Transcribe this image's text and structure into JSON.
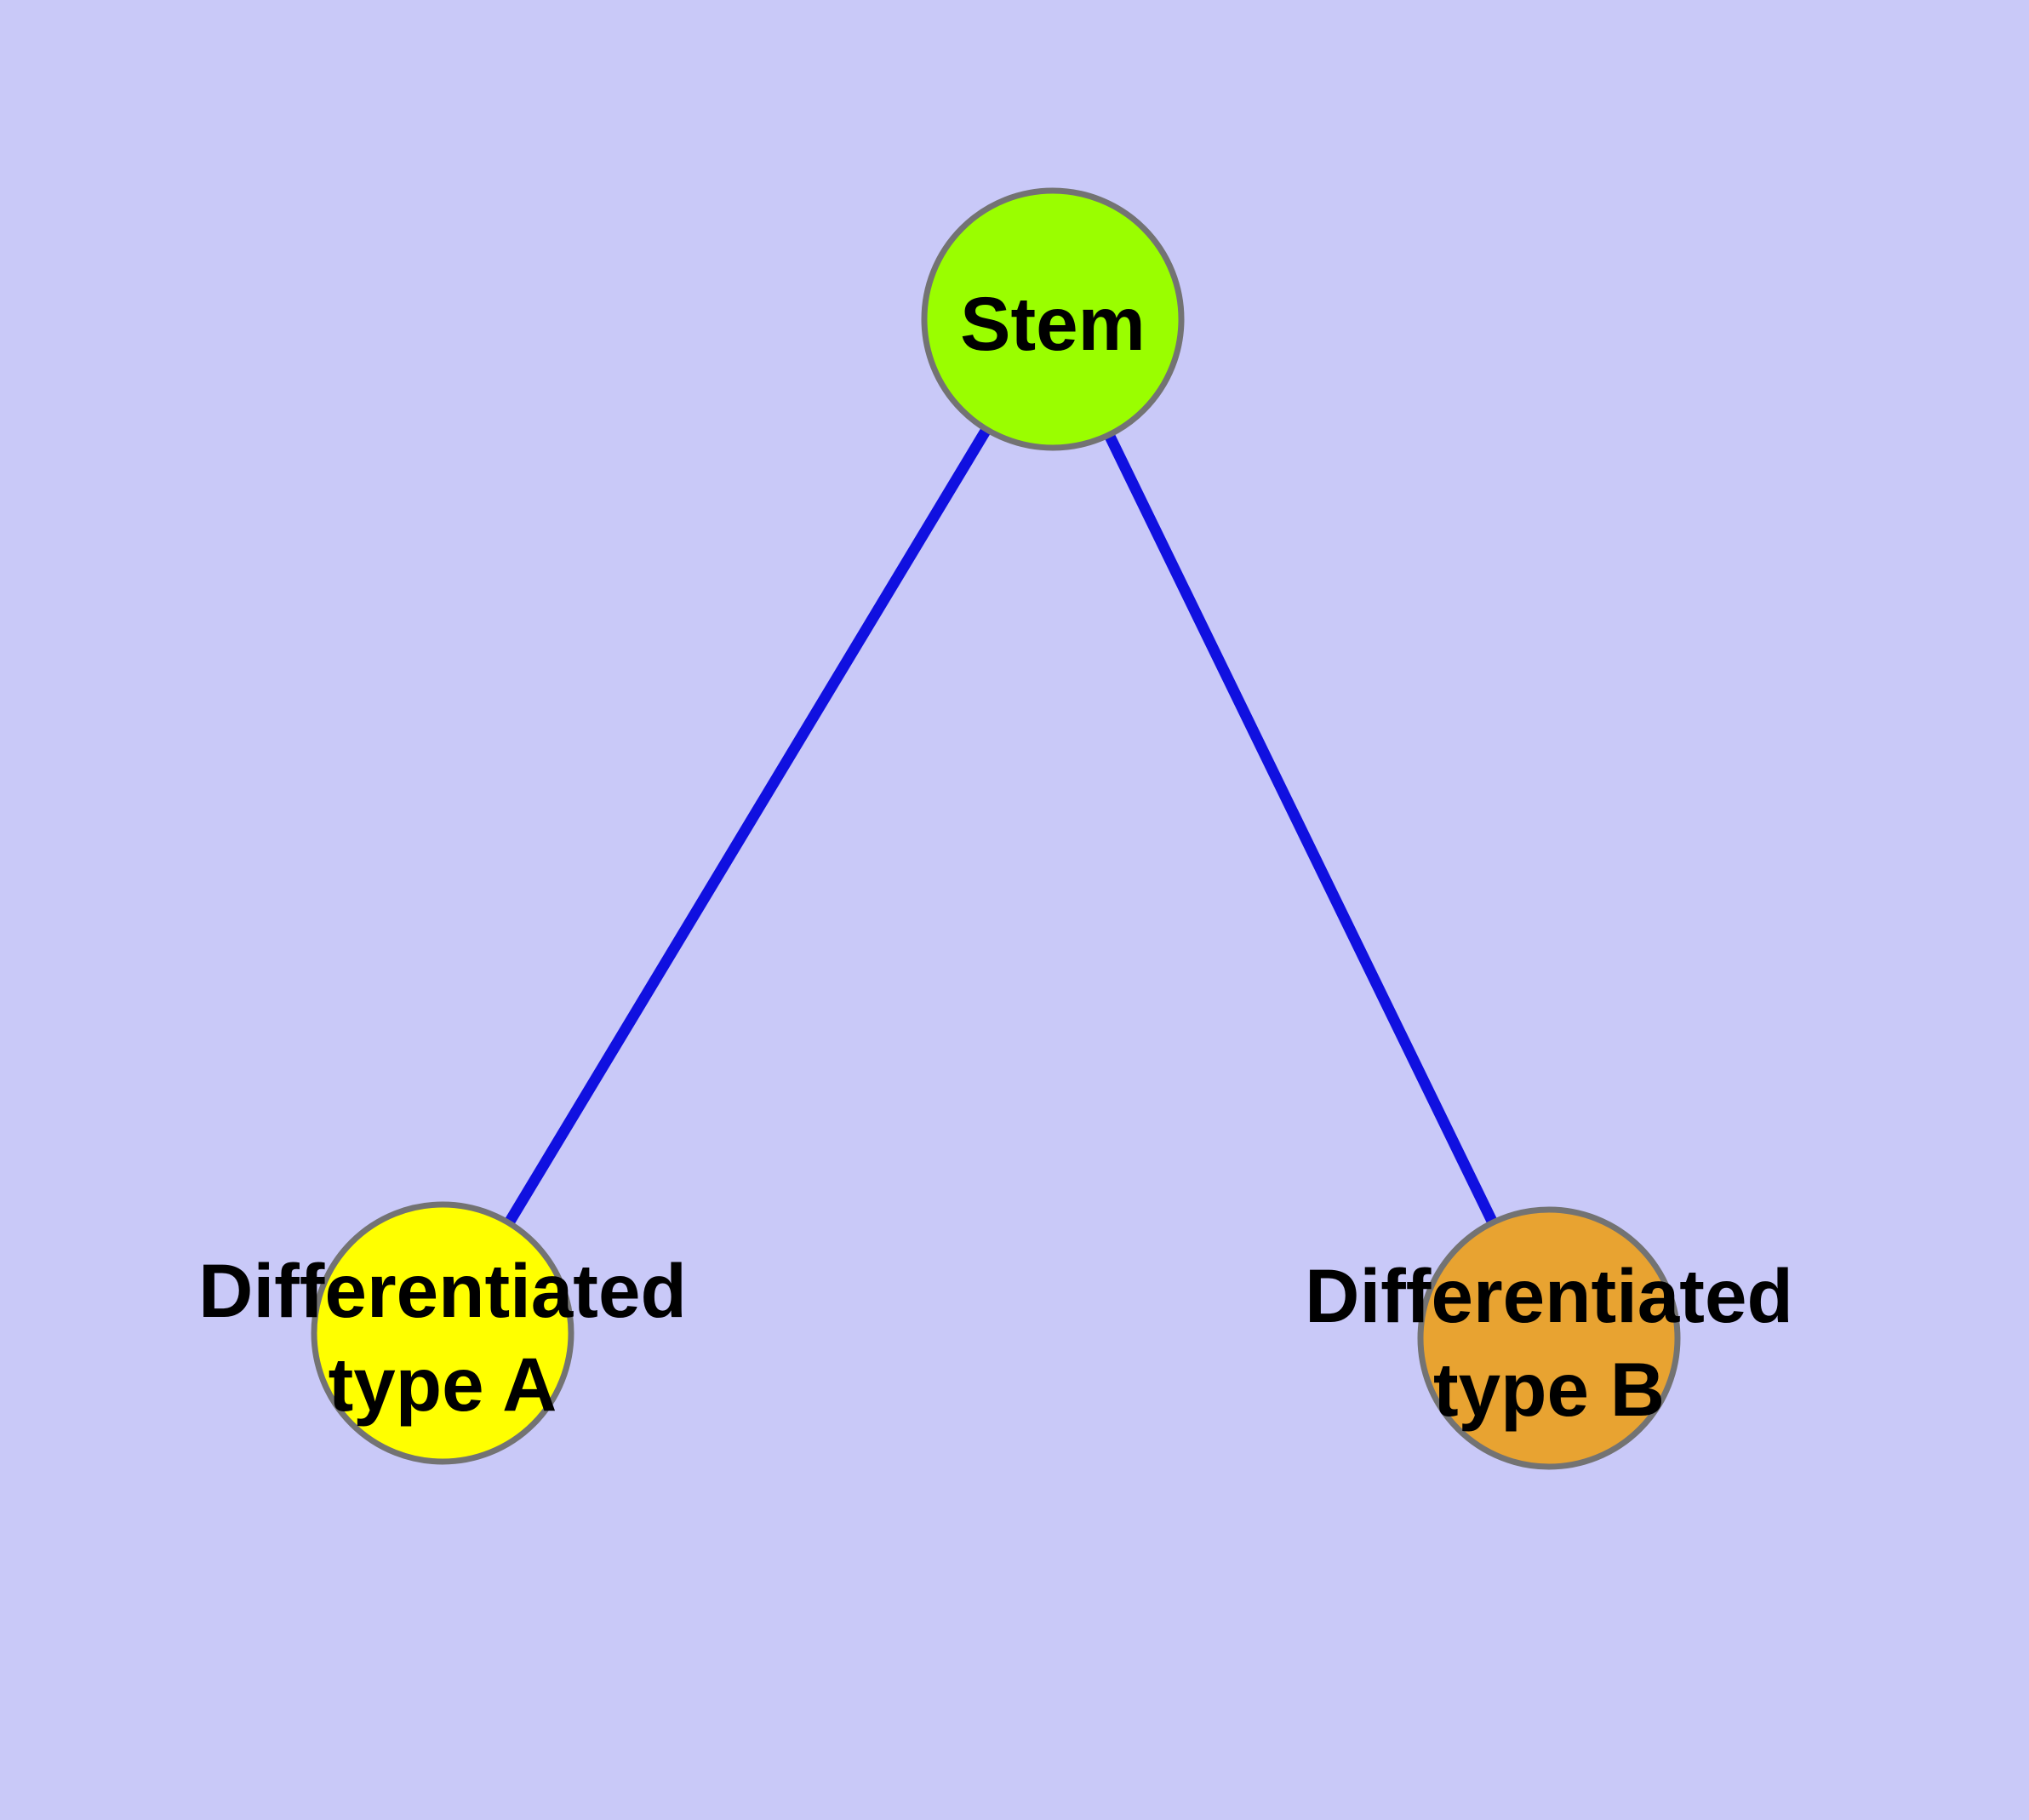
{
  "canvas": {
    "background": "#C9C9F8"
  },
  "diagram": {
    "text_color": "#000000",
    "nodes": [
      {
        "id": "stem",
        "label": "Stem",
        "lines": [
          "Stem"
        ],
        "fill": "#9AFE00",
        "border": "#737373"
      },
      {
        "id": "differentiated-type-a",
        "label": "Differentiated type A",
        "lines": [
          "Differentiated",
          "type A"
        ],
        "fill": "#FFFF00",
        "border": "#737373"
      },
      {
        "id": "differentiated-type-b",
        "label": "Differentiated type B",
        "lines": [
          "Differentiated",
          "type B"
        ],
        "fill": "#E8A331",
        "border": "#737373"
      }
    ],
    "edges": [
      {
        "from": "Stem",
        "to": "Differentiated type A",
        "color": "#1010E0"
      },
      {
        "from": "Stem",
        "to": "Differentiated type B",
        "color": "#1010E0"
      }
    ]
  }
}
